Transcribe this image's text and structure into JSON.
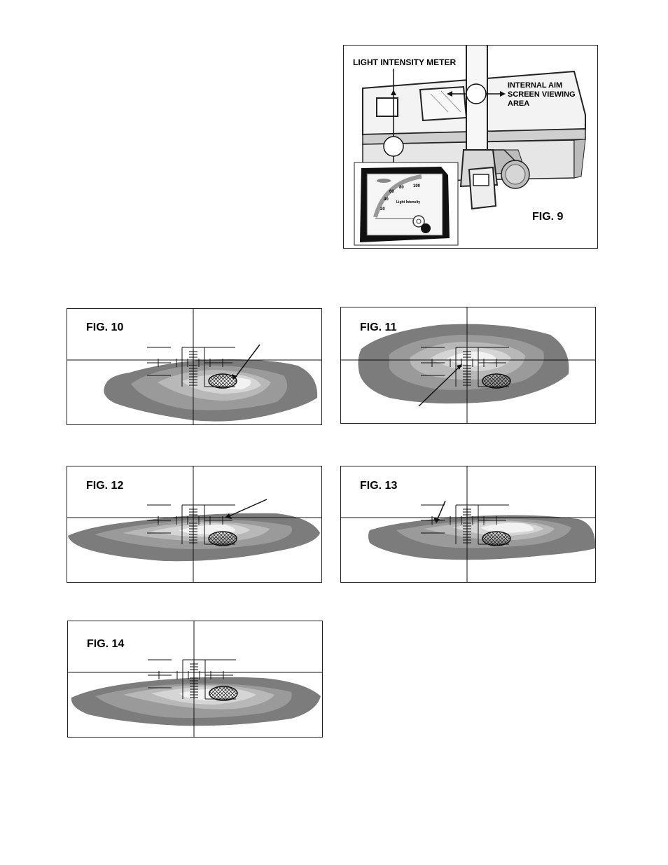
{
  "fig9": {
    "caption": "FIG. 9",
    "meter_label": "LIGHT INTENSITY METER",
    "aim_label_lines": [
      "INTERNAL AIM",
      "SCREEN VIEWING",
      "AREA"
    ],
    "meter_scale": [
      "20",
      "40",
      "60",
      "80",
      "100"
    ],
    "meter_text": "Light Intensity"
  },
  "figs": [
    {
      "caption": "FIG. 10"
    },
    {
      "caption": "FIG. 11"
    },
    {
      "caption": "FIG. 12"
    },
    {
      "caption": "FIG. 13"
    },
    {
      "caption": "FIG. 14"
    }
  ]
}
